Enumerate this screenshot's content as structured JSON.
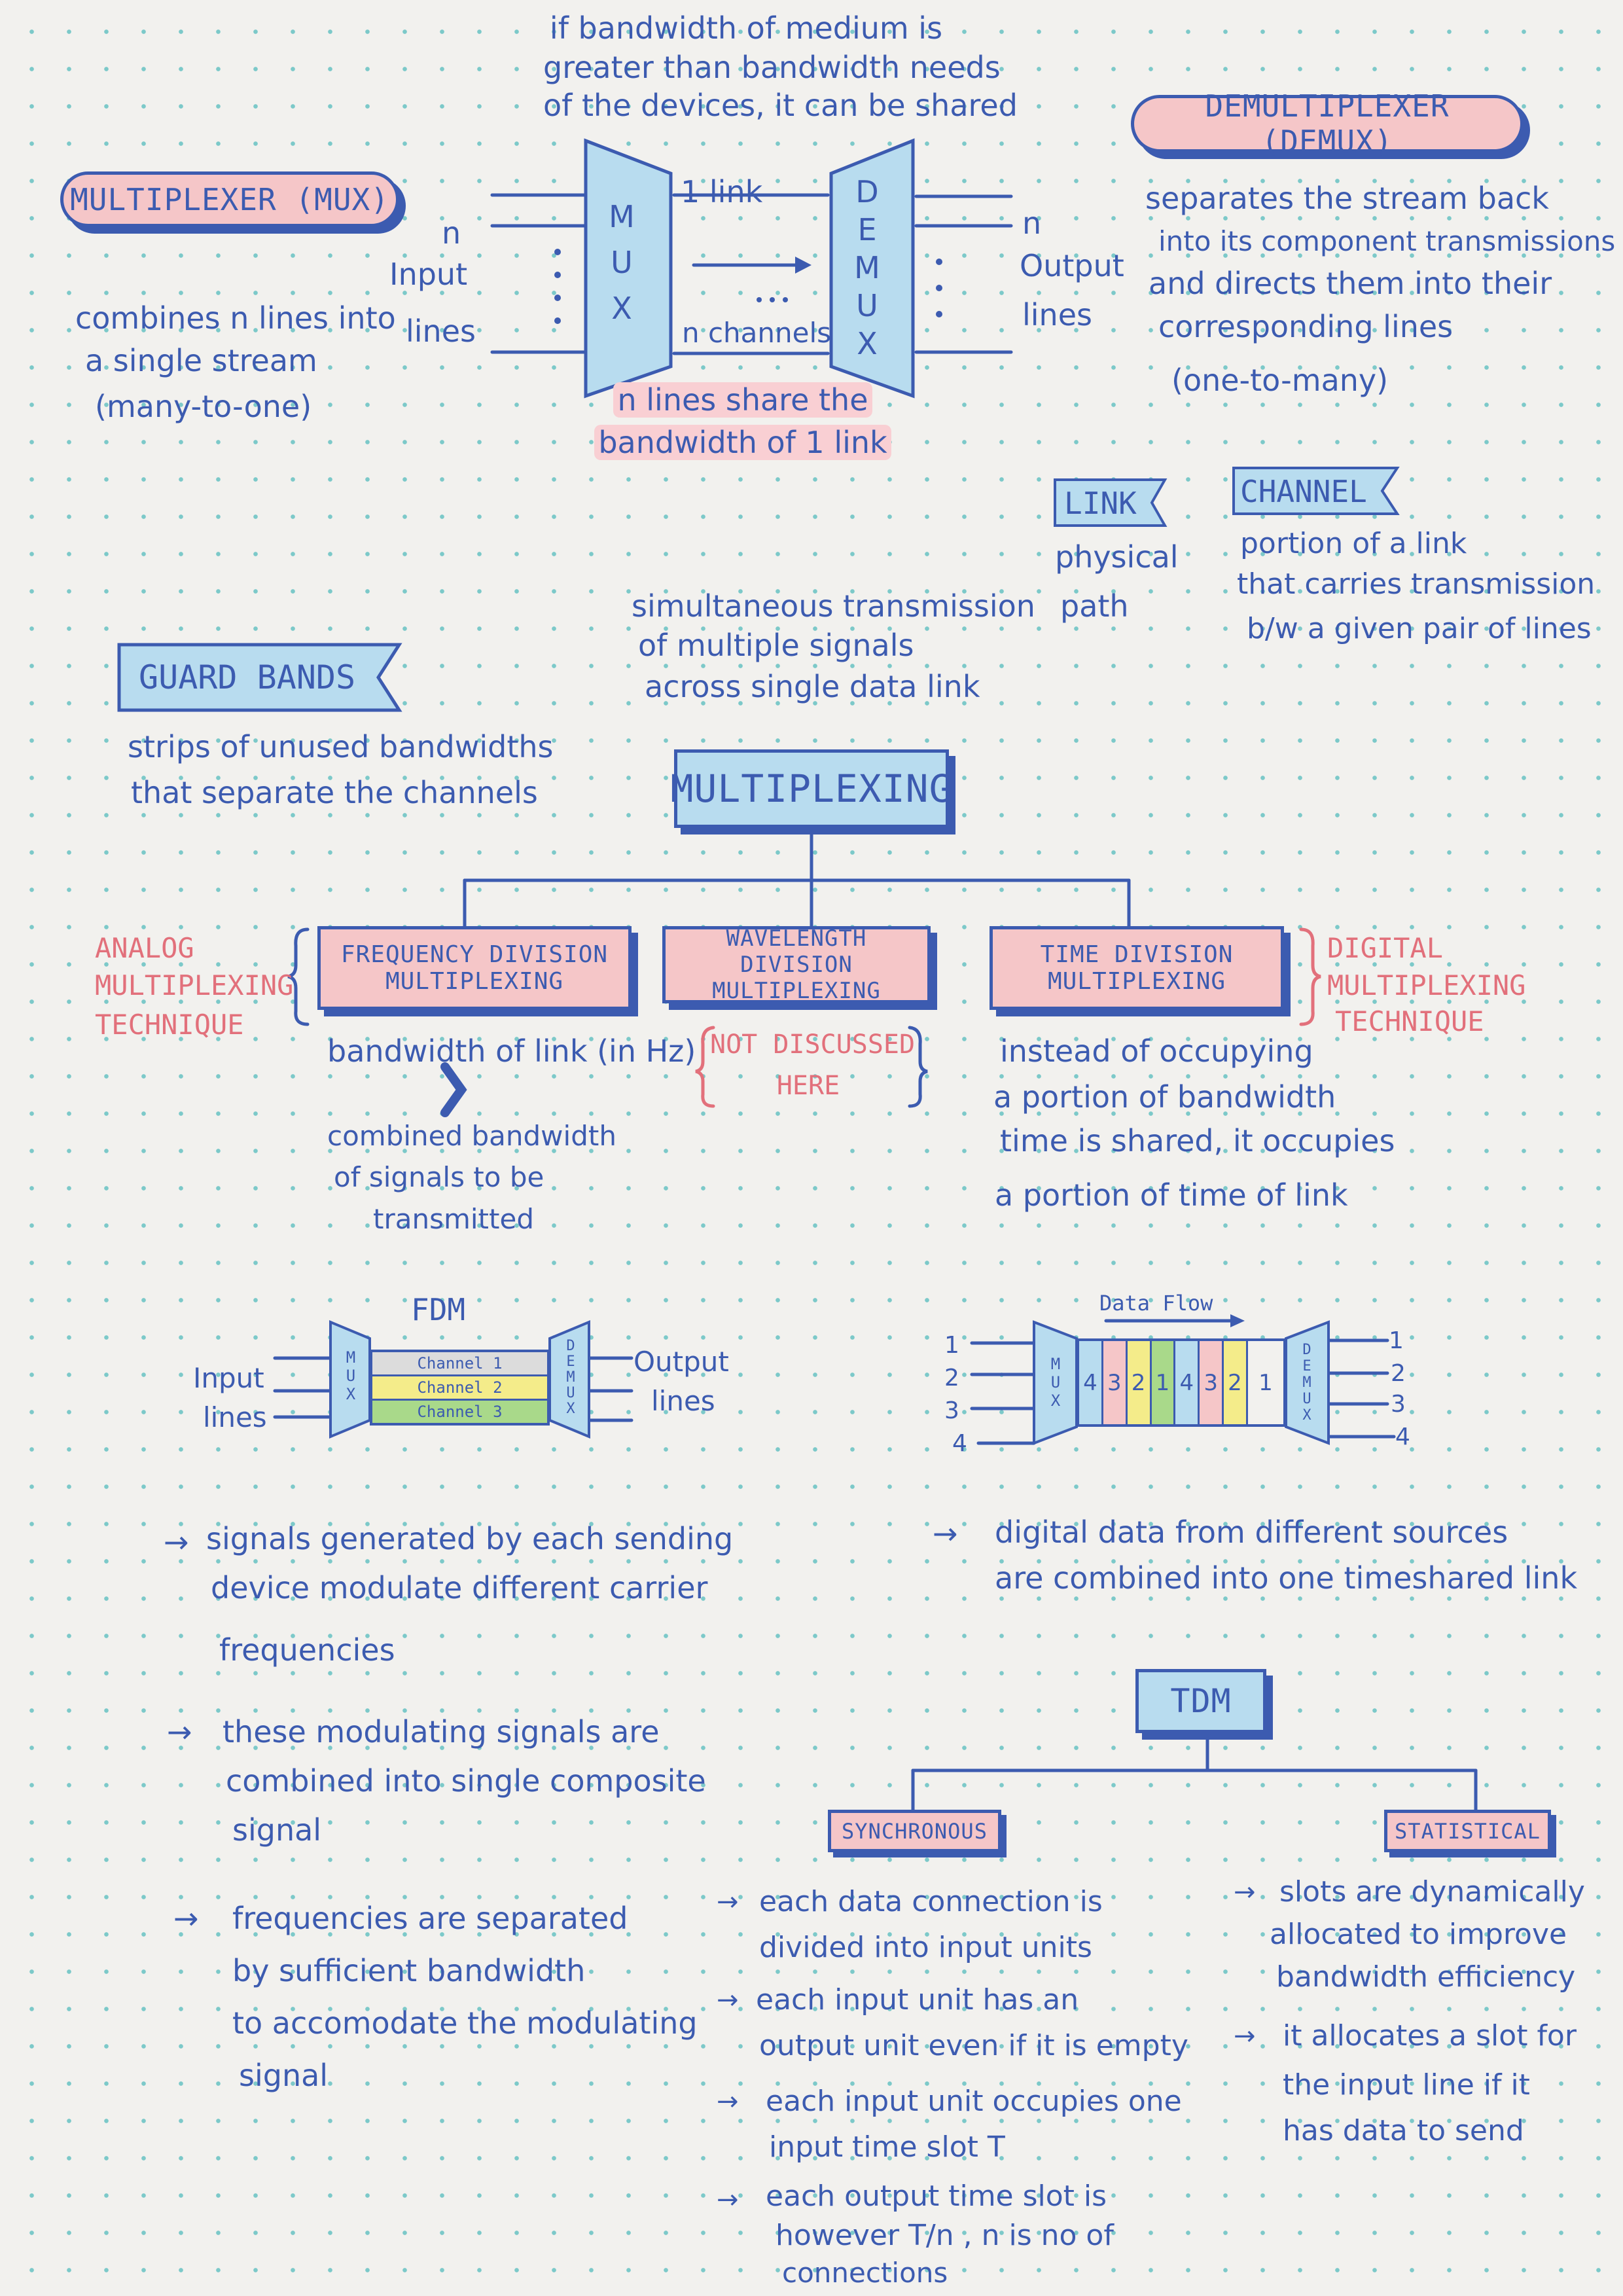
{
  "top_note": [
    "if bandwidth of medium is",
    "greater than bandwidth needs",
    "of the devices, it can be shared"
  ],
  "mux": {
    "title": "MULTIPLEXER (MUX)",
    "desc": [
      "combines n lines into",
      "a single stream",
      "(many-to-one)"
    ],
    "block_label": [
      "M",
      "U",
      "X"
    ],
    "input_label": [
      "n",
      "Input",
      "lines"
    ]
  },
  "demux": {
    "title": "DEMULTIPLEXER (DEMUX)",
    "desc": [
      "separates the stream back",
      "into its component transmissions",
      "and directs them into their",
      "corresponding lines",
      "(one-to-many)"
    ],
    "block_label": [
      "D",
      "E",
      "M",
      "U",
      "X"
    ],
    "output_label": [
      "n",
      "Output",
      "lines"
    ]
  },
  "link_diagram": {
    "one_link": "1 link",
    "n_channels": "n channels",
    "share_note": [
      "n lines share the",
      "bandwidth of 1 link"
    ]
  },
  "link": {
    "title": "LINK",
    "desc": [
      "physical",
      "path"
    ]
  },
  "channel": {
    "title": "CHANNEL",
    "desc": [
      "portion of a link",
      "that carries transmission",
      "b/w a given pair of lines"
    ]
  },
  "multiplexing": {
    "def": [
      "simultaneous transmission",
      "of multiple signals",
      "across single data link"
    ],
    "title": "MULTIPLEXING"
  },
  "guard_bands": {
    "title": "GUARD BANDS",
    "desc": [
      "strips of unused bandwidths",
      "that separate the channels"
    ]
  },
  "analog_label": [
    "ANALOG",
    "MULTIPLEXING",
    "TECHNIQUE"
  ],
  "digital_label": [
    "DIGITAL",
    "MULTIPLEXING",
    "TECHNIQUE"
  ],
  "techniques": {
    "fdm": [
      "FREQUENCY DIVISION",
      "MULTIPLEXING"
    ],
    "wdm": [
      "WAVELENGTH DIVISION",
      "MULTIPLEXING"
    ],
    "tdm": [
      "TIME DIVISION",
      "MULTIPLEXING"
    ]
  },
  "fdm_condition": {
    "top": "bandwidth of link (in Hz)",
    "bottom": [
      "combined bandwidth",
      "of signals to be",
      "transmitted"
    ]
  },
  "wdm_note": [
    "NOT DISCUSSED",
    "HERE"
  ],
  "tdm_desc": [
    "instead of occupying",
    "a portion of bandwidth",
    "time is shared, it occupies",
    "a portion of time of link"
  ],
  "fdm_diagram": {
    "title": "FDM",
    "input": [
      "Input",
      "lines"
    ],
    "output": [
      "Output",
      "lines"
    ],
    "mux": [
      "M",
      "U",
      "X"
    ],
    "demux": [
      "D",
      "E",
      "M",
      "U",
      "X"
    ],
    "channels": [
      {
        "label": "Channel 1",
        "color": "#dcdcdc"
      },
      {
        "label": "Channel 2",
        "color": "#f4ec8a"
      },
      {
        "label": "Channel 3",
        "color": "#a9d98a"
      }
    ]
  },
  "tdm_diagram": {
    "data_flow": "Data Flow",
    "inputs": [
      "1",
      "2",
      "3",
      "4"
    ],
    "outputs": [
      "1",
      "2",
      "3",
      "4"
    ],
    "mux": [
      "M",
      "U",
      "X"
    ],
    "demux": [
      "D",
      "E",
      "M",
      "U",
      "X"
    ],
    "slots": [
      {
        "label": "4",
        "color": "#b8dcef"
      },
      {
        "label": "3",
        "color": "#f5c6c8"
      },
      {
        "label": "2",
        "color": "#f4ec8a"
      },
      {
        "label": "1",
        "color": "#a9d98a"
      },
      {
        "label": "4",
        "color": "#b8dcef"
      },
      {
        "label": "3",
        "color": "#f5c6c8"
      },
      {
        "label": "2",
        "color": "#f4ec8a"
      },
      {
        "label": "1",
        "color": "#a9d98a"
      }
    ]
  },
  "fdm_points": [
    [
      "signals generated by each sending",
      "device modulate different carrier",
      "frequencies"
    ],
    [
      "these modulating signals are",
      "combined into single composite",
      "signal"
    ],
    [
      "frequencies are separated",
      "by sufficient bandwidth",
      "to accomodate the modulating",
      "signal"
    ]
  ],
  "tdm_point": [
    "digital data from different sources",
    "are combined into one timeshared link"
  ],
  "tdm_tree": {
    "title": "TDM",
    "sync": "SYNCHRONOUS",
    "stat": "STATISTICAL"
  },
  "sync_points": [
    [
      "each data connection is",
      "divided into input units"
    ],
    [
      "each input unit has an",
      "output unit even if it is empty"
    ],
    [
      "each input unit occupies one",
      "input time slot T"
    ],
    [
      "each output time slot is",
      "however T/n , n is no of",
      "connections"
    ]
  ],
  "stat_points": [
    [
      "slots are dynamically",
      "allocated to improve",
      "bandwidth efficiency"
    ],
    [
      "it allocates a slot for",
      "the input line if it",
      "has data to send"
    ]
  ],
  "colors": {
    "ink": "#3c5bb0",
    "pink": "#f5c6c8",
    "accent_pink": "#e2707b",
    "blue": "#b8dcef",
    "dots": "#7cc9c9"
  }
}
